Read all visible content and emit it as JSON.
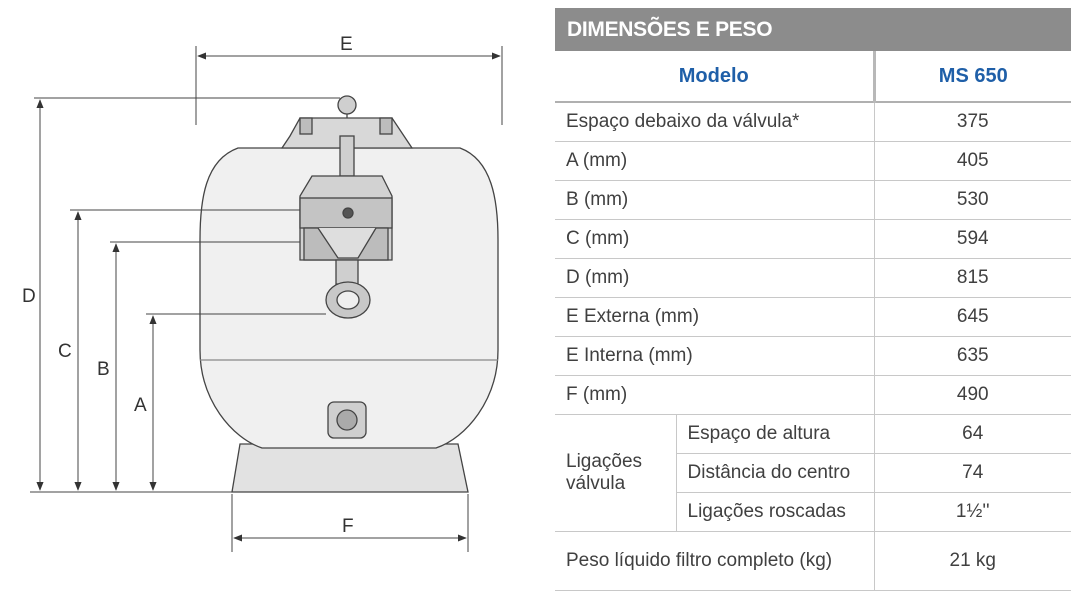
{
  "diagram": {
    "labels": {
      "e": "E",
      "d": "D",
      "c": "C",
      "b": "B",
      "a": "A",
      "f": "F"
    }
  },
  "specs": {
    "title": "DIMENSÕES E PESO",
    "header": {
      "model_label": "Modelo",
      "model_value": "MS 650"
    },
    "rows": [
      {
        "label": "Espaço debaixo da válvula*",
        "value": "375"
      },
      {
        "label": "A (mm)",
        "value": "405"
      },
      {
        "label": "B (mm)",
        "value": "530"
      },
      {
        "label": "C (mm)",
        "value": "594"
      },
      {
        "label": "D (mm)",
        "value": "815"
      },
      {
        "label": "E Externa (mm)",
        "value": "645"
      },
      {
        "label": "E Interna (mm)",
        "value": "635"
      },
      {
        "label": "F (mm)",
        "value": "490"
      }
    ],
    "valve_group": {
      "label": "Ligações válvula",
      "rows": [
        {
          "label": "Espaço de altura",
          "value": "64"
        },
        {
          "label": "Distância do centro",
          "value": "74"
        },
        {
          "label": "Ligações roscadas",
          "value": "1½''"
        }
      ]
    },
    "weight": {
      "label": "Peso líquido filtro completo (kg)",
      "value": "21 kg"
    }
  },
  "colors": {
    "title_bg": "#8c8c8c",
    "header_text": "#1f5fa8",
    "body_text": "#404040",
    "grid": "#c8c8c8"
  }
}
